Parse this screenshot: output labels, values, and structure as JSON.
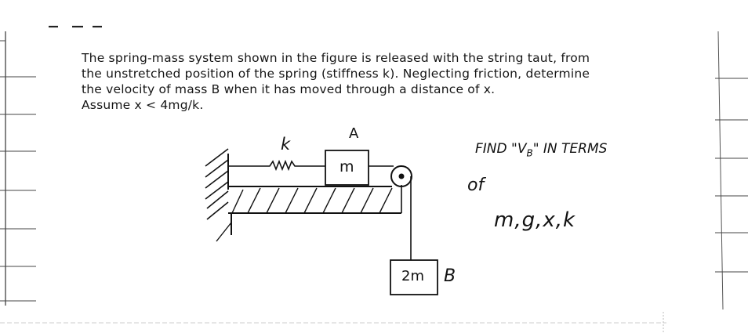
{
  "problem": {
    "lines": [
      "The spring-mass system shown in the figure is released with the string taut, from",
      "the unstretched position of the spring (stiffness k).  Neglecting friction, determine",
      "the velocity of mass B when it has moved through a distance of x.",
      "Assume x < 4mg/k."
    ]
  },
  "figure": {
    "spring_label": "k",
    "block_a_label": "A",
    "block_a_mass": "m",
    "block_b_mass": "2m",
    "block_b_label": "B"
  },
  "handwritten_note": {
    "line1_prefix": "FIND \"V",
    "line1_subscript": "B",
    "line1_suffix": "\" IN TERMS",
    "line2": "of",
    "line3": "m,g,x,k"
  }
}
